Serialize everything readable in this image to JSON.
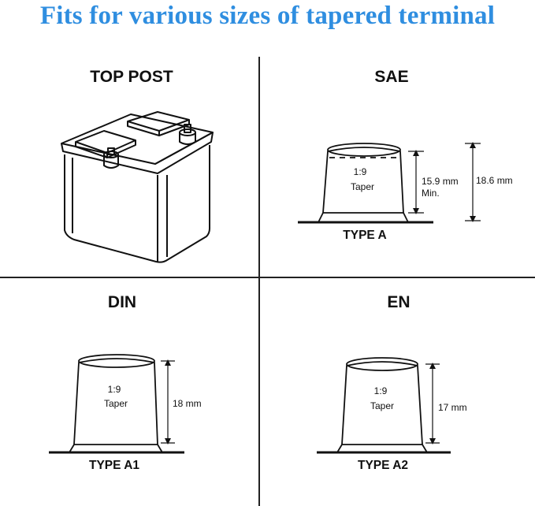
{
  "title": "Fits for various sizes of tapered terminal",
  "panels": {
    "top_post": {
      "heading": "TOP POST"
    },
    "sae": {
      "heading": "SAE",
      "ratio": "1:9",
      "taper": "Taper",
      "dim_inner": "15.9 mm",
      "dim_inner_note": "Min.",
      "dim_outer": "18.6 mm",
      "type": "TYPE A"
    },
    "din": {
      "heading": "DIN",
      "ratio": "1:9",
      "taper": "Taper",
      "dim": "18 mm",
      "type": "TYPE A1"
    },
    "en": {
      "heading": "EN",
      "ratio": "1:9",
      "taper": "Taper",
      "dim": "17 mm",
      "type": "TYPE A2"
    }
  }
}
